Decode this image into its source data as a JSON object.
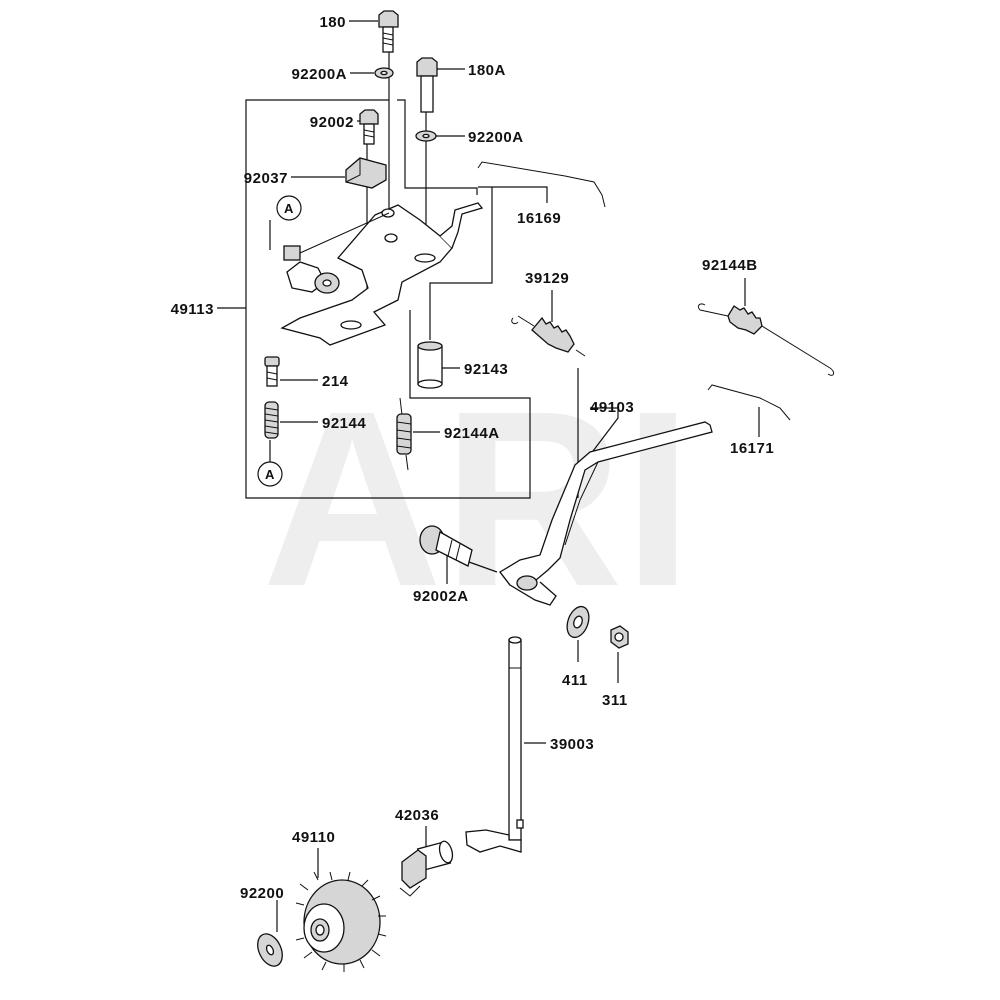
{
  "watermark": "ARI",
  "callouts": {
    "p180": "180",
    "p92200A_top": "92200A",
    "p180A": "180A",
    "p92002": "92002",
    "p92200A_right": "92200A",
    "p92037": "92037",
    "p16169": "16169",
    "p49113": "49113",
    "p39129": "39129",
    "p92144B": "92144B",
    "p92143": "92143",
    "p214": "214",
    "p92144": "92144",
    "p92144A": "92144A",
    "p49103": "49103",
    "p16171": "16171",
    "p92002A": "92002A",
    "p411": "411",
    "p311": "311",
    "p39003": "39003",
    "p42036": "42036",
    "p49110": "49110",
    "p92200": "92200"
  },
  "refs": {
    "a_top": "A",
    "a_bottom": "A"
  }
}
